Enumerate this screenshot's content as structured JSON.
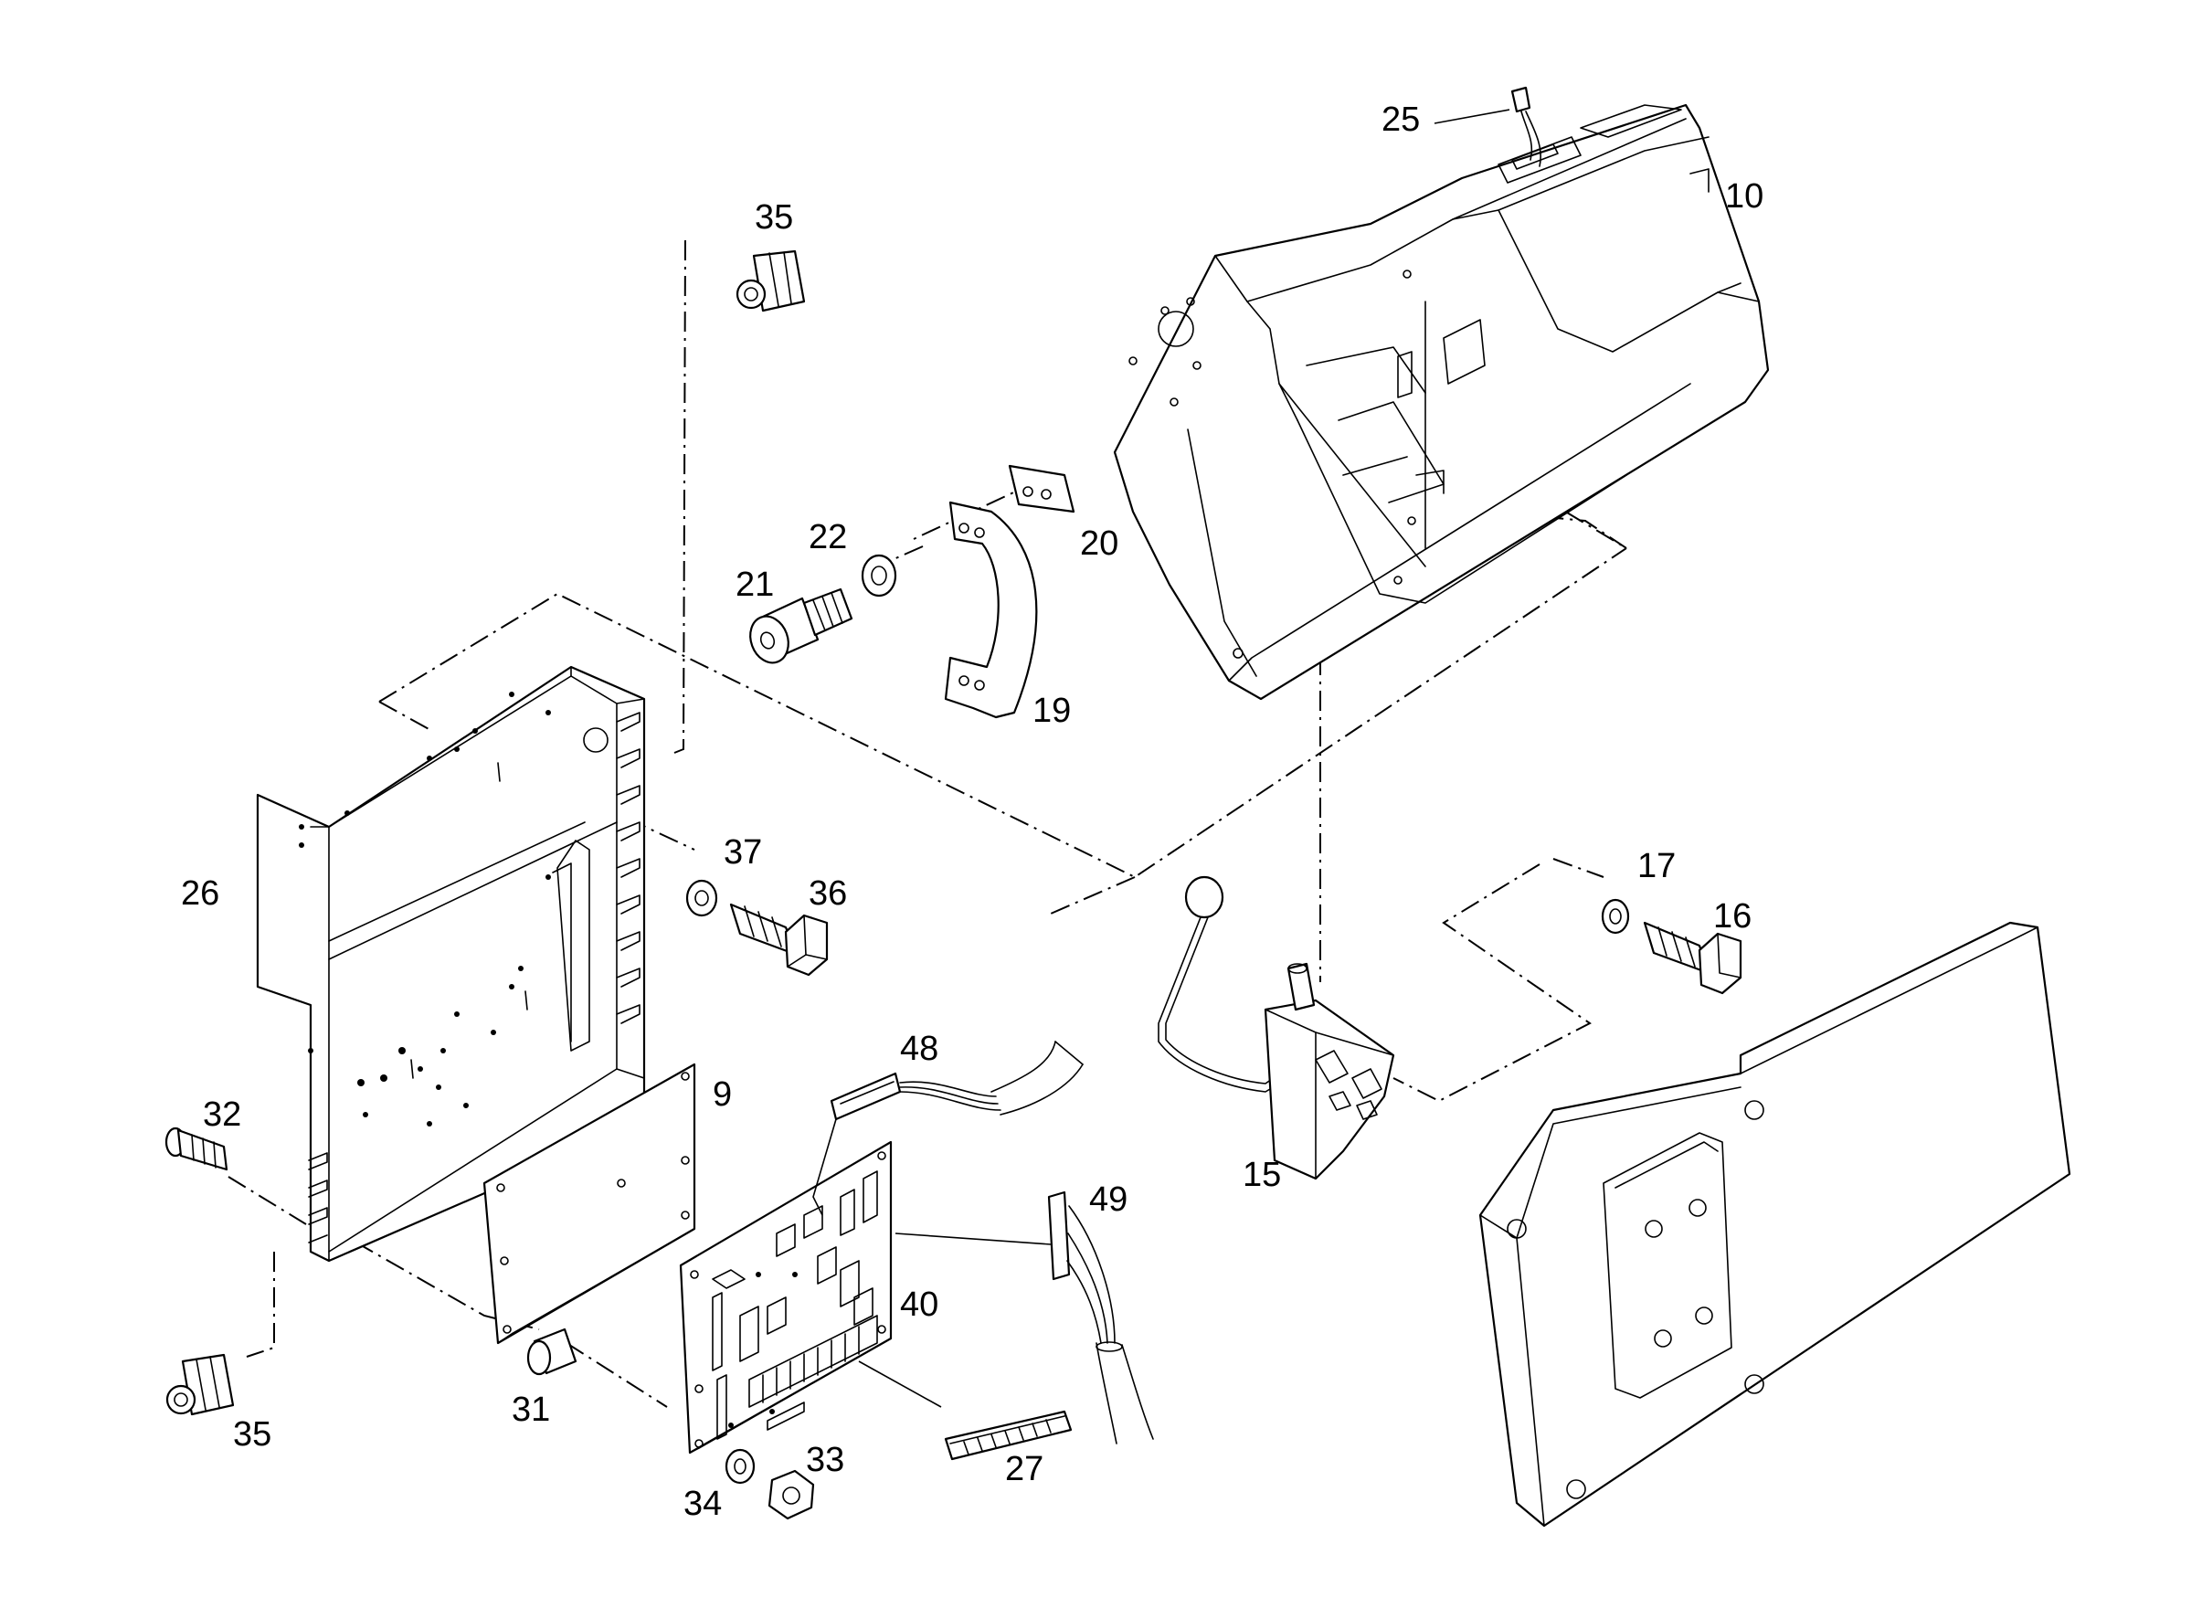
{
  "callouts": {
    "c10": "10",
    "c25": "25",
    "c35a": "35",
    "c35b": "35",
    "c22": "22",
    "c21": "21",
    "c20": "20",
    "c19": "19",
    "c26": "26",
    "c37": "37",
    "c36": "36",
    "c17": "17",
    "c16": "16",
    "c9": "9",
    "c48": "48",
    "c32": "32",
    "c15": "15",
    "c49": "49",
    "c40": "40",
    "c31": "31",
    "c34": "34",
    "c33": "33",
    "c27": "27"
  },
  "colors": {
    "line": "#000000",
    "background": "#ffffff"
  }
}
